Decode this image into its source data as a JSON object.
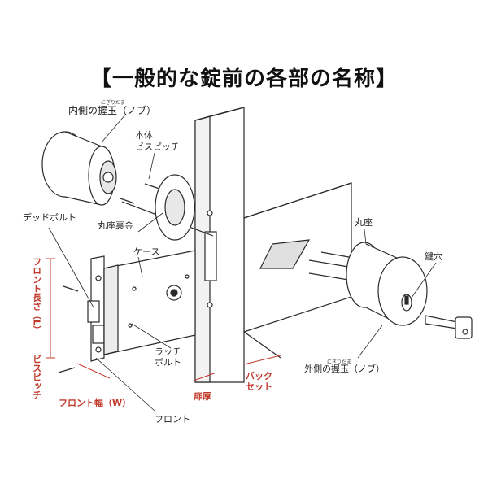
{
  "title": "【一般的な錠前の各部の名称】",
  "labels": {
    "inner_knob_ruby": "にぎりだま",
    "inner_knob": "内側の握玉（ノブ）",
    "body_pitch": "本体\nビスピッチ",
    "escutcheon_back": "丸座裏金",
    "deadbolt": "デッドボルト",
    "case": "ケース",
    "front_length": "フロント長さ（L）",
    "screw_pitch": "ビスピッチ",
    "latch_bolt": "ラッチ\nボルト",
    "front_width": "フロント幅（W）",
    "front": "フロント",
    "door_thickness": "扉厚",
    "backset": "バック\nセット",
    "escutcheon": "丸座",
    "keyhole": "鍵穴",
    "outer_knob_ruby": "にぎりだま",
    "outer_knob": "外側の握玉（ノブ）"
  },
  "colors": {
    "line": "#2a2a2a",
    "accent_red": "#c0392b",
    "fill": "#ffffff",
    "shade": "#d9d9d9"
  }
}
